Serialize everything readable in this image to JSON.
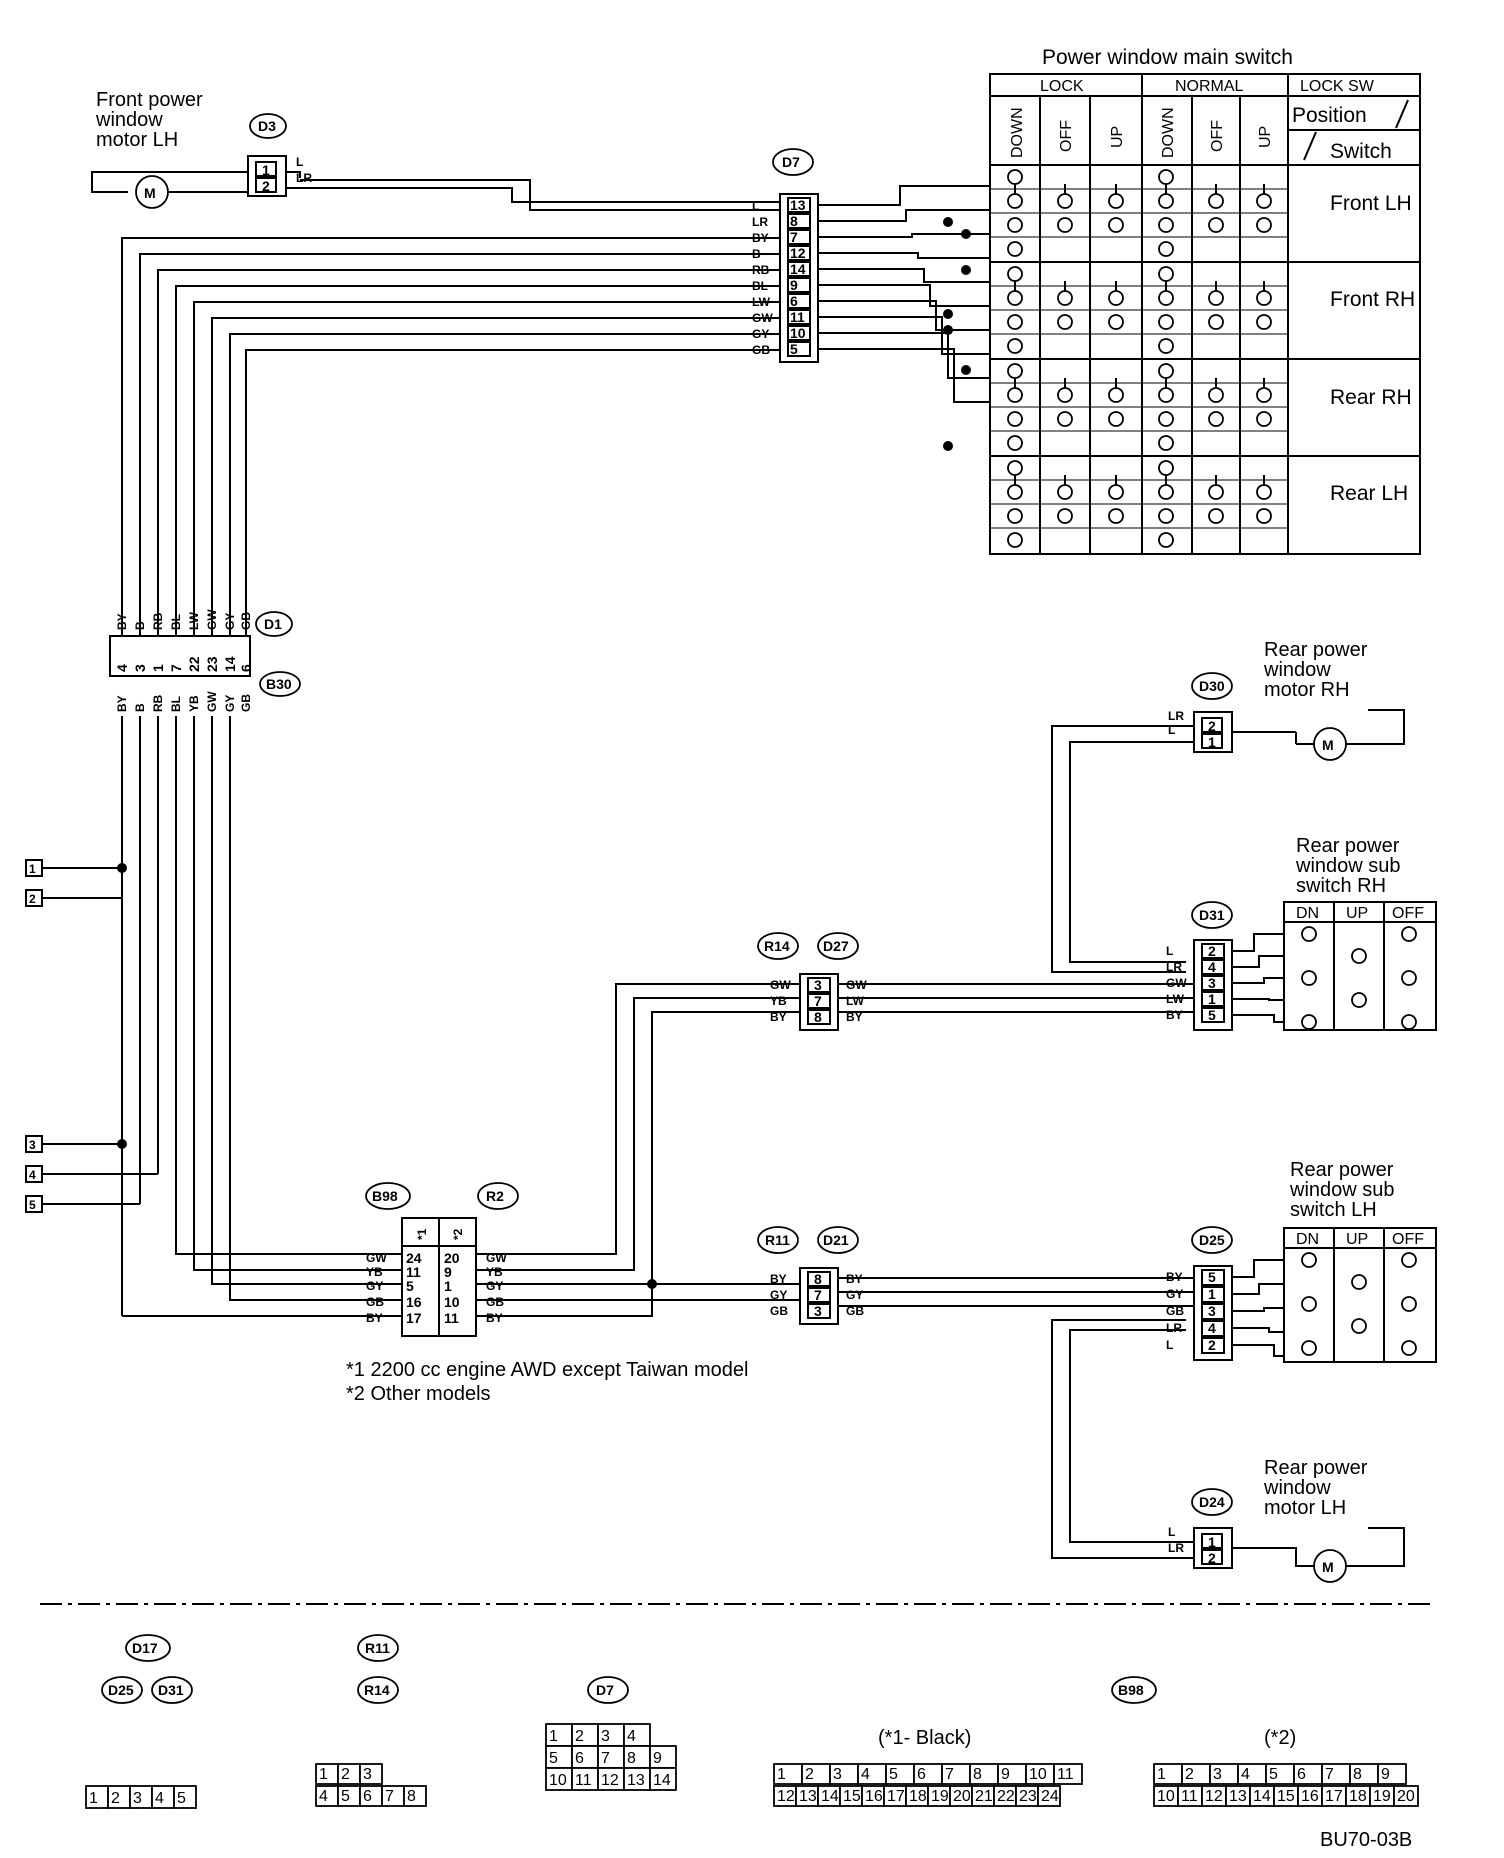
{
  "main_switch": {
    "title": "Power window main switch",
    "group_lock": "LOCK",
    "group_normal": "NORMAL",
    "group_locksw": "LOCK SW",
    "col_down": "DOWN",
    "col_off": "OFF",
    "col_up": "UP",
    "position": "Position",
    "switch": "Switch",
    "rows": [
      "Front LH",
      "Front RH",
      "Rear RH",
      "Rear LH"
    ]
  },
  "motors": {
    "front_lh": [
      "Front power",
      "window",
      "motor LH"
    ],
    "rear_rh": [
      "Rear power",
      "window",
      "motor RH"
    ],
    "rear_lh": [
      "Rear power",
      "window",
      "motor LH"
    ]
  },
  "sub_switches": {
    "rh": [
      "Rear power",
      "window sub",
      "switch RH"
    ],
    "lh": [
      "Rear power",
      "window sub",
      "switch LH"
    ],
    "cols": [
      "DN",
      "UP",
      "OFF"
    ]
  },
  "connectors": {
    "d3": {
      "id": "D3",
      "pins": [
        "1",
        "2"
      ],
      "wires": [
        "L",
        "LR"
      ]
    },
    "d7": {
      "id": "D7",
      "pins": [
        "13",
        "8",
        "7",
        "12",
        "14",
        "9",
        "6",
        "11",
        "10",
        "5"
      ],
      "wires": [
        "L",
        "LR",
        "BY",
        "B",
        "RB",
        "BL",
        "LW",
        "GW",
        "GY",
        "GB"
      ]
    },
    "d1": {
      "id": "D1",
      "pins": [
        "4",
        "3",
        "1",
        "7",
        "22",
        "23",
        "14",
        "6"
      ],
      "wires_top": [
        "BY",
        "B",
        "RB",
        "BL",
        "LW",
        "GW",
        "GY",
        "GB"
      ],
      "wires_bottom": [
        "BY",
        "B",
        "RB",
        "BL",
        "YB",
        "GW",
        "GY",
        "GB"
      ]
    },
    "b30": {
      "id": "B30"
    },
    "d30": {
      "id": "D30",
      "pins": [
        "2",
        "1"
      ],
      "wires": [
        "LR",
        "L"
      ]
    },
    "d31": {
      "id": "D31",
      "pins": [
        "2",
        "4",
        "3",
        "1",
        "5"
      ],
      "wires": [
        "L",
        "LR",
        "GW",
        "LW",
        "BY"
      ]
    },
    "r14": {
      "id": "R14",
      "pins": [
        "3",
        "7",
        "8"
      ],
      "wires_left": [
        "GW",
        "YB",
        "BY"
      ]
    },
    "d27": {
      "id": "D27",
      "wires_right": [
        "GW",
        "LW",
        "BY"
      ]
    },
    "b98": {
      "id": "B98",
      "head": [
        "*1",
        "*2"
      ],
      "pins_a": [
        "24",
        "11",
        "5",
        "16",
        "17"
      ],
      "pins_b": [
        "20",
        "9",
        "1",
        "10",
        "11"
      ],
      "wires_left": [
        "GW",
        "YB",
        "GY",
        "GB",
        "BY"
      ],
      "wires_right": [
        "GW",
        "YB",
        "GY",
        "GB",
        "BY"
      ]
    },
    "r2": {
      "id": "R2"
    },
    "r11": {
      "id": "R11",
      "pins": [
        "8",
        "7",
        "3"
      ],
      "wires_left": [
        "BY",
        "GY",
        "GB"
      ]
    },
    "d21": {
      "id": "D21",
      "wires_right": [
        "BY",
        "GY",
        "GB"
      ]
    },
    "d25": {
      "id": "D25",
      "pins": [
        "5",
        "1",
        "3",
        "4",
        "2"
      ],
      "wires": [
        "BY",
        "GY",
        "GB",
        "LR",
        "L"
      ]
    },
    "d24": {
      "id": "D24",
      "pins": [
        "1",
        "2"
      ],
      "wires": [
        "L",
        "LR"
      ]
    }
  },
  "ground_terminals": [
    "1",
    "2",
    "3",
    "4",
    "5"
  ],
  "notes": [
    "*1  2200 cc engine AWD except Taiwan model",
    "*2  Other models"
  ],
  "connector_views": {
    "d17": "D17",
    "d25": "D25",
    "d31": "D31",
    "r11": "R11",
    "r14": "R14",
    "d7": "D7",
    "b98": "B98",
    "black_label": "(*1- Black)",
    "other_label": "(*2)",
    "view_5pin": [
      "1",
      "2",
      "3",
      "4",
      "5"
    ],
    "view_8pin_top": [
      "1",
      "2",
      "3"
    ],
    "view_8pin_bottom": [
      "4",
      "5",
      "6",
      "7",
      "8"
    ],
    "view_d7_top": [
      "1",
      "2",
      "3",
      "4"
    ],
    "view_d7_mid": [
      "5",
      "6",
      "7",
      "8",
      "9"
    ],
    "view_d7_bottom": [
      "10",
      "11",
      "12",
      "13",
      "14"
    ],
    "view_b98a_top": [
      "1",
      "2",
      "3",
      "4",
      "5",
      "6",
      "7",
      "8",
      "9",
      "10",
      "11"
    ],
    "view_b98a_bottom": [
      "12",
      "13",
      "14",
      "15",
      "16",
      "17",
      "18",
      "19",
      "20",
      "21",
      "22",
      "23",
      "24"
    ],
    "view_b98b_top": [
      "1",
      "2",
      "3",
      "4",
      "5",
      "6",
      "7",
      "8",
      "9"
    ],
    "view_b98b_bottom": [
      "10",
      "11",
      "12",
      "13",
      "14",
      "15",
      "16",
      "17",
      "18",
      "19",
      "20"
    ]
  },
  "figure_code": "BU70-03B"
}
